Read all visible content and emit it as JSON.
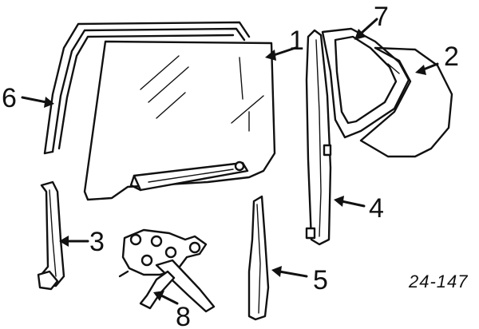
{
  "diagram": {
    "reference_code": "24-147",
    "callouts": {
      "c1": "1",
      "c2": "2",
      "c3": "3",
      "c4": "4",
      "c5": "5",
      "c6": "6",
      "c7": "7",
      "c8": "8"
    }
  }
}
